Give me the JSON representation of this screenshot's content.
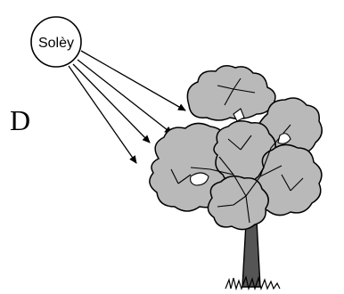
{
  "sun": {
    "label": "Solèy"
  },
  "panel": {
    "letter": "D"
  },
  "colors": {
    "foliage": "#b9b9b9",
    "trunk": "#555555",
    "ink": "#000000",
    "background": "#ffffff"
  },
  "icons": {
    "sun": "circle-outline",
    "rays": "arrow",
    "tree": "leafy-tree"
  }
}
